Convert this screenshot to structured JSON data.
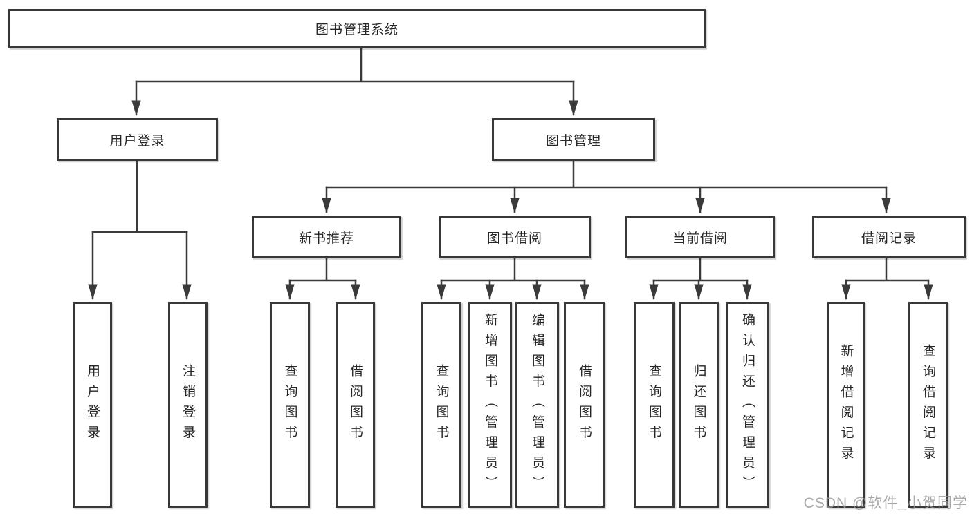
{
  "tree": {
    "label": "图书管理系统",
    "children": [
      {
        "label": "用户登录",
        "children": [
          {
            "label": "用户登录"
          },
          {
            "label": "注销登录"
          }
        ]
      },
      {
        "label": "图书管理",
        "children": [
          {
            "label": "新书推荐",
            "children": [
              {
                "label": "查询图书"
              },
              {
                "label": "借阅图书"
              }
            ]
          },
          {
            "label": "图书借阅",
            "children": [
              {
                "label": "查询图书"
              },
              {
                "label": "新增图书（管理员）"
              },
              {
                "label": "编辑图书（管理员）"
              },
              {
                "label": "借阅图书"
              }
            ]
          },
          {
            "label": "当前借阅",
            "children": [
              {
                "label": "查询图书"
              },
              {
                "label": "归还图书"
              },
              {
                "label": "确认归还（管理员）"
              }
            ]
          },
          {
            "label": "借阅记录",
            "children": [
              {
                "label": "新增借阅记录"
              },
              {
                "label": "查询借阅记录"
              }
            ]
          }
        ]
      }
    ]
  },
  "watermark": {
    "text": "CSDN @软件_小贺同学"
  },
  "colors": {
    "line": "#3a3a3a",
    "box_border": "#383838",
    "text": "#262626"
  }
}
